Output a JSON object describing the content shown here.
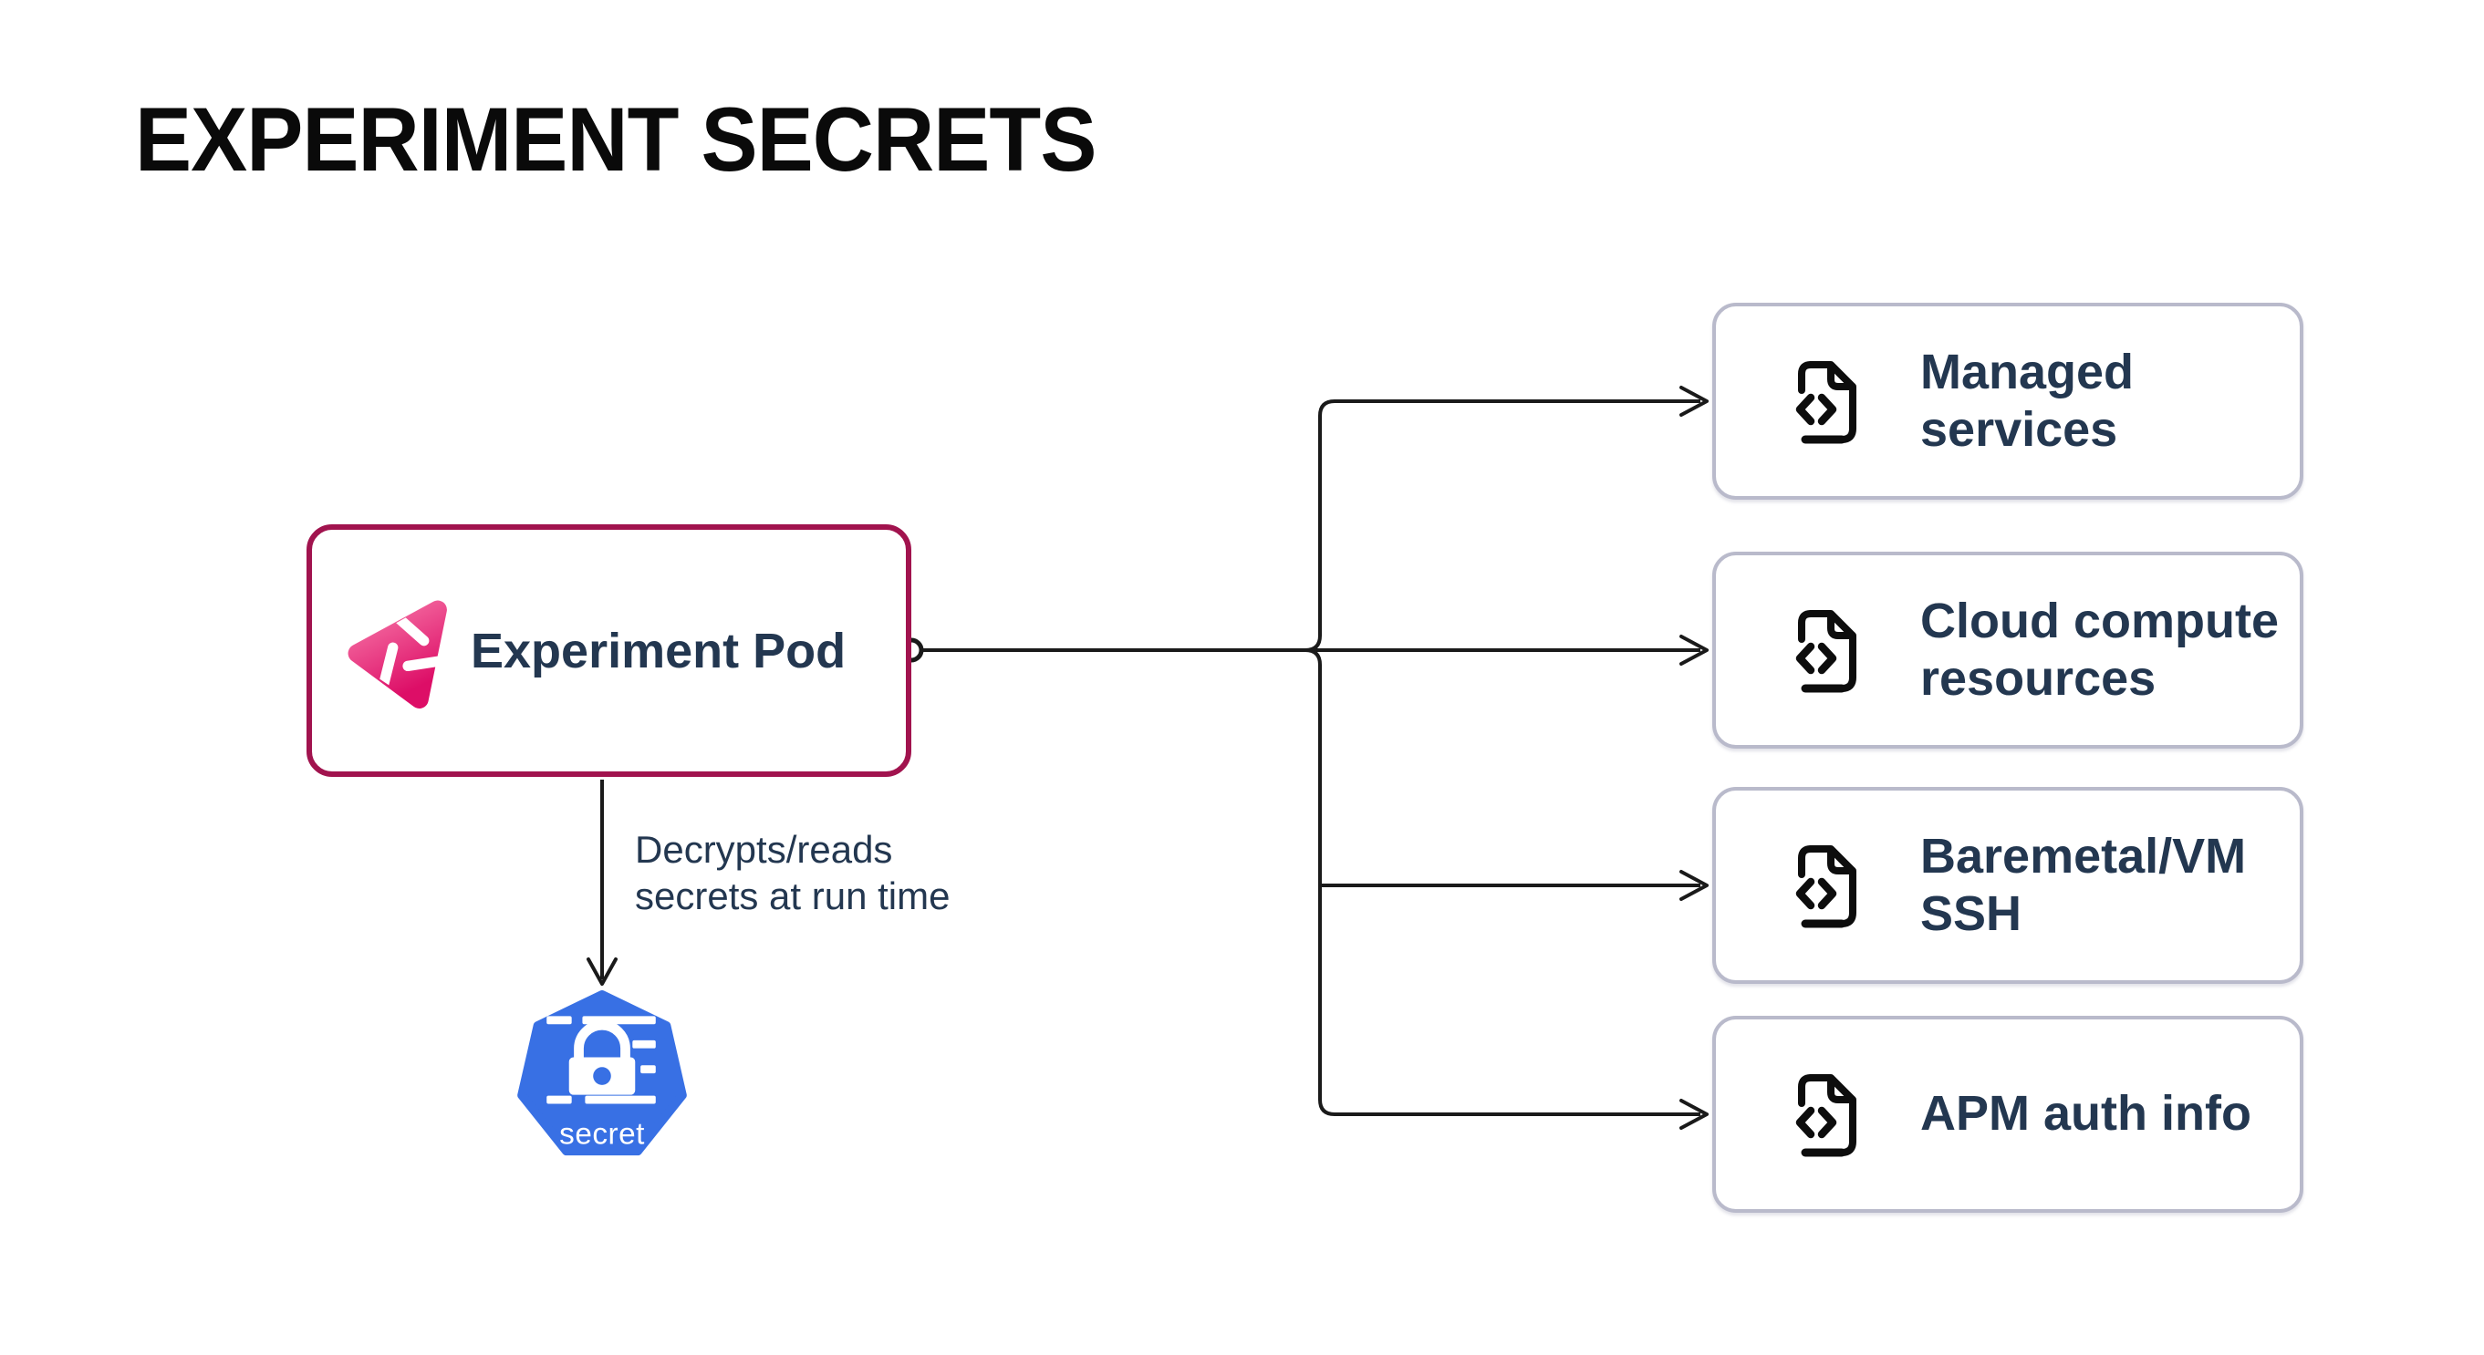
{
  "title": "EXPERIMENT SECRETS",
  "palette": {
    "background": "#FFFFFF",
    "pod_border": "#A1134E",
    "litmus_pink_light": "#F777A8",
    "litmus_pink_dark": "#DD0E67",
    "kubernetes_blue": "#3870E4",
    "target_border": "#B9BACB",
    "label_navy": "#233750",
    "line_black": "#1A1A1A"
  },
  "pod": {
    "label": "Experiment Pod",
    "icon": "litmus-chaos-icon"
  },
  "secret_edge": {
    "label": "Decrypts/reads\nsecrets at run time"
  },
  "secret_node": {
    "label": "secret",
    "icon": "kubernetes-secret-icon"
  },
  "targets": [
    {
      "label": "Managed\nservices",
      "icon": "file-code-icon"
    },
    {
      "label": "Cloud compute\nresources",
      "icon": "file-code-icon"
    },
    {
      "label": "Baremetal/VM\nSSH",
      "icon": "file-code-icon"
    },
    {
      "label": "APM auth info",
      "icon": "file-code-icon"
    }
  ]
}
